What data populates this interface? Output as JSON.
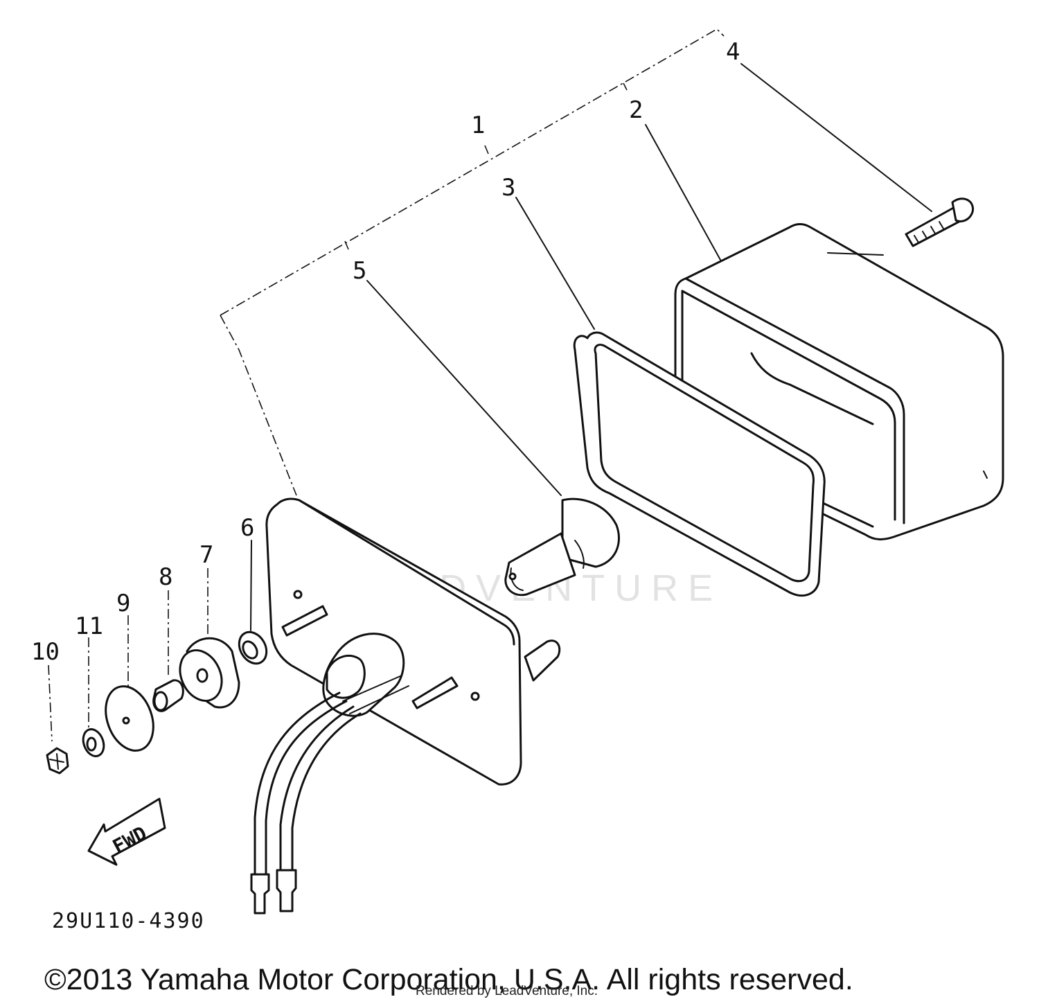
{
  "callouts": [
    {
      "id": "1",
      "label": "1"
    },
    {
      "id": "2",
      "label": "2"
    },
    {
      "id": "3",
      "label": "3"
    },
    {
      "id": "4",
      "label": "4"
    },
    {
      "id": "5",
      "label": "5"
    },
    {
      "id": "6",
      "label": "6"
    },
    {
      "id": "7",
      "label": "7"
    },
    {
      "id": "8",
      "label": "8"
    },
    {
      "id": "9",
      "label": "9"
    },
    {
      "id": "10",
      "label": "10"
    },
    {
      "id": "11",
      "label": "11"
    }
  ],
  "direction_arrow": {
    "label": "FWD"
  },
  "diagram_code": "29U110-4390",
  "copyright": "©2013 Yamaha Motor Corporation, U.S.A. All rights reserved.",
  "rendered_by": "Rendered by LeadVenture, Inc.",
  "watermark": "LEADVENTURE"
}
